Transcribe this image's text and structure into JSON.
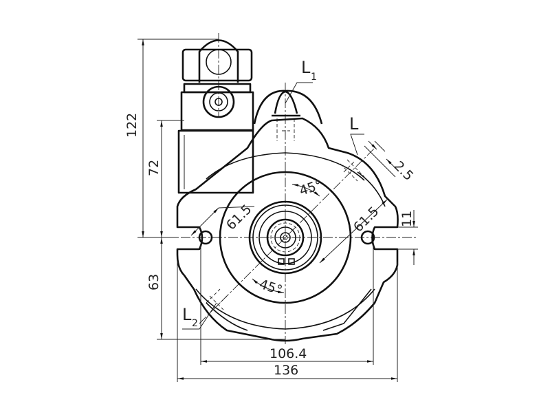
{
  "drawing": {
    "dimensions": {
      "height_total": "122",
      "height_upper": "72",
      "height_lower": "63",
      "width_mount": "106.4",
      "width_total": "136",
      "slot_width": "11",
      "radius_left": "61.5",
      "radius_right": "61.5",
      "offset": "2.5",
      "angle_upper": "45°",
      "angle_lower": "45°"
    },
    "port_labels": {
      "l1_main": "L",
      "l1_sub": "1",
      "l": "L",
      "l2_main": "L",
      "l2_sub": "2"
    },
    "colors": {
      "line": "#111111",
      "background": "#ffffff"
    }
  }
}
